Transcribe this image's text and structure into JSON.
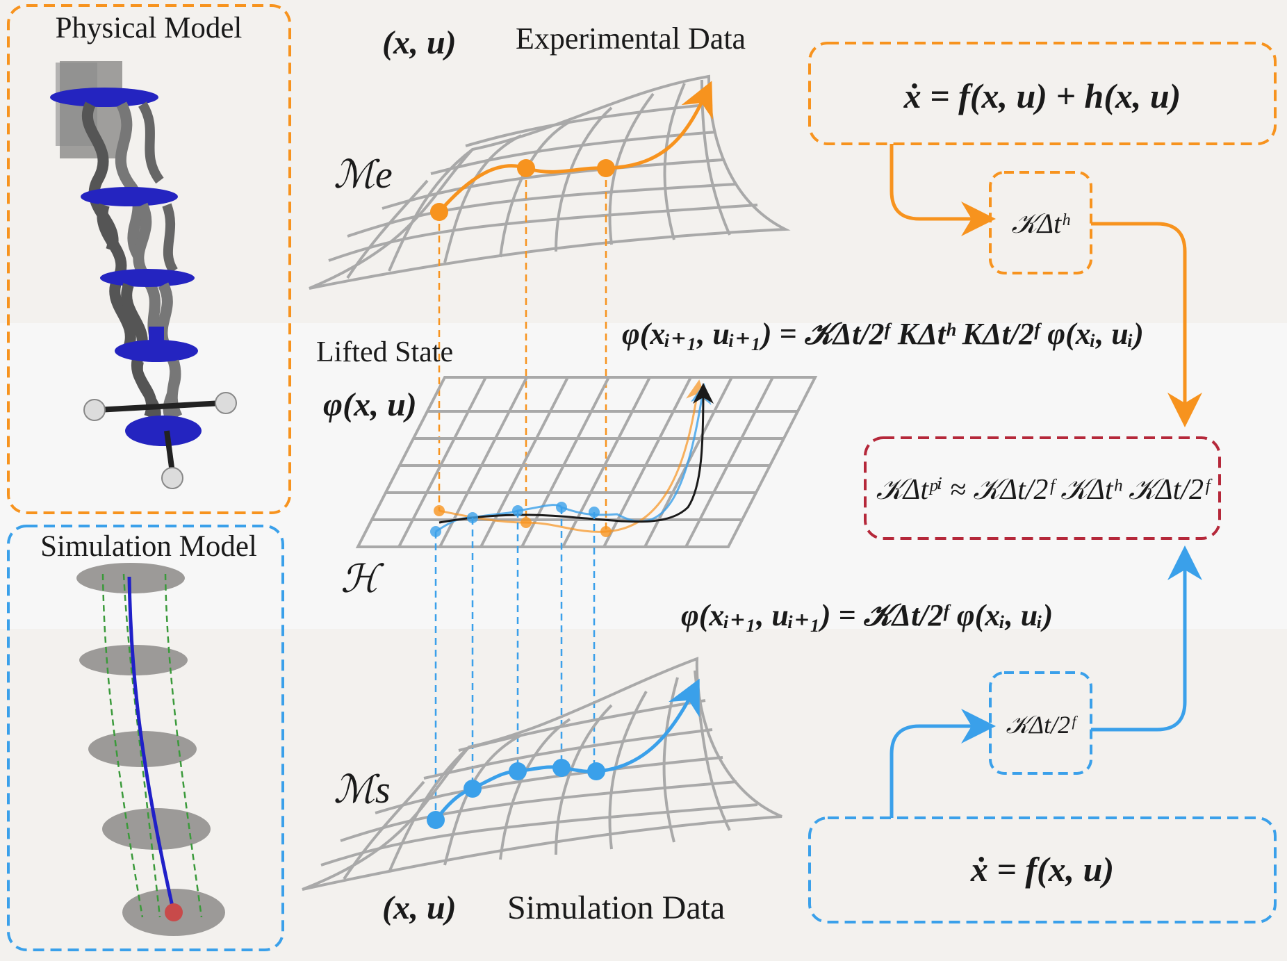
{
  "panels": {
    "physical_model": "Physical Model",
    "simulation_model": "Simulation Model"
  },
  "labels": {
    "top_xu": "(x, u)",
    "experimental_data": "Experimental Data",
    "manifold_e": "ℳe",
    "lifted_state": "Lifted State",
    "phi_xu": "φ(x, u)",
    "hilbert": "ℋ",
    "manifold_s": "ℳs",
    "bottom_xu": "(x, u)",
    "simulation_data": "Simulation Data"
  },
  "equations": {
    "experimental_dynamics": "ẋ = f(x, u) + h(x, u)",
    "koopman_h": "𝒦Δtʰ",
    "physics_informed_update": "φ(xᵢ₊₁, uᵢ₊₁) = 𝒦Δt/2ᶠ KΔtʰ KΔt/2ᶠ φ(xᵢ, uᵢ)",
    "combined_operator": "𝒦Δtᵖⁱ ≈ 𝒦Δt/2ᶠ 𝒦Δtʰ 𝒦Δt/2ᶠ",
    "simulation_update": "φ(xᵢ₊₁, uᵢ₊₁) = 𝒦Δt/2ᶠ φ(xᵢ, uᵢ)",
    "koopman_f": "𝒦Δt/2ᶠ",
    "simulation_dynamics": "ẋ = f(x, u)"
  },
  "colors": {
    "experimental": "#f7931e",
    "simulation": "#3aa0ea",
    "combined": "#b5283a",
    "grid": "#a9a9a9",
    "lifted_curve": "#1a1a1a",
    "robot_blue": "#2020c8"
  }
}
